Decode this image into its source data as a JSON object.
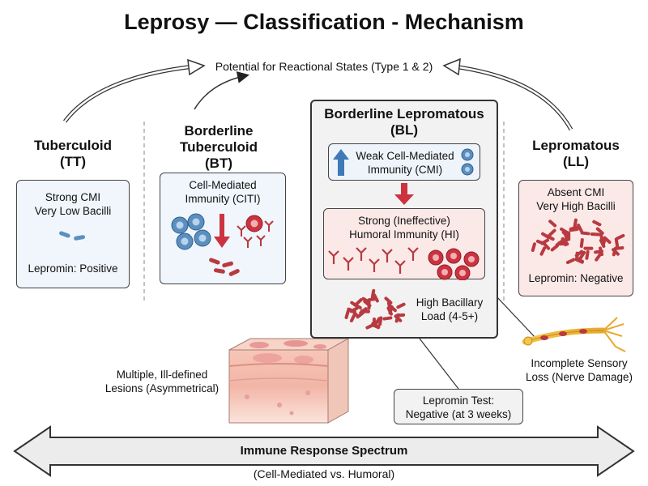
{
  "title": "Leprosy — Classification - Mechanism",
  "reactional": "Potential for Reactional States (Type 1 & 2)",
  "tt": {
    "name": "Tuberculoid",
    "code": "(TT)",
    "line1": "Strong CMI",
    "line2": "Very Low Bacilli",
    "lepromin": "Lepromin: Positive"
  },
  "bt": {
    "name1": "Borderline",
    "name2": "Tuberculoid",
    "code": "(BT)",
    "line1": "Cell-Mediated",
    "line2": "Immunity (CITI)"
  },
  "bl": {
    "name": "Borderline Lepromatous",
    "code": "(BL)",
    "cmi1": "Weak Cell-Mediated",
    "cmi2": "Immunity (CMI)",
    "hi1": "Strong (Ineffective)",
    "hi2": "Humoral Immunity (HI)",
    "load1": "High Bacillary",
    "load2": "Load (4-5+)"
  },
  "ll": {
    "name": "Lepromatous",
    "code": "(LL)",
    "line1": "Absent CMI",
    "line2": "Very High Bacilli",
    "lepromin": "Lepromin: Negative"
  },
  "lesions": {
    "line1": "Multiple, Ill-defined",
    "line2": "Lesions (Asymmetrical)"
  },
  "nerve": {
    "line1": "Incomplete Sensory",
    "line2": "Loss (Nerve Damage)"
  },
  "lepromin_test": {
    "line1": "Lepromin Test:",
    "line2": "Negative (at 3 weeks)"
  },
  "spectrum": {
    "label": "Immune Response Spectrum",
    "sub": "(Cell-Mediated vs. Humoral)"
  },
  "colors": {
    "cell_blue": "#5b8fc0",
    "cell_red": "#cc3340",
    "bacilli_red": "#b83a40",
    "tt_fill": "#f0f6fb",
    "ll_fill": "#fbe9e8",
    "bl_fill": "#f2f2f2"
  }
}
